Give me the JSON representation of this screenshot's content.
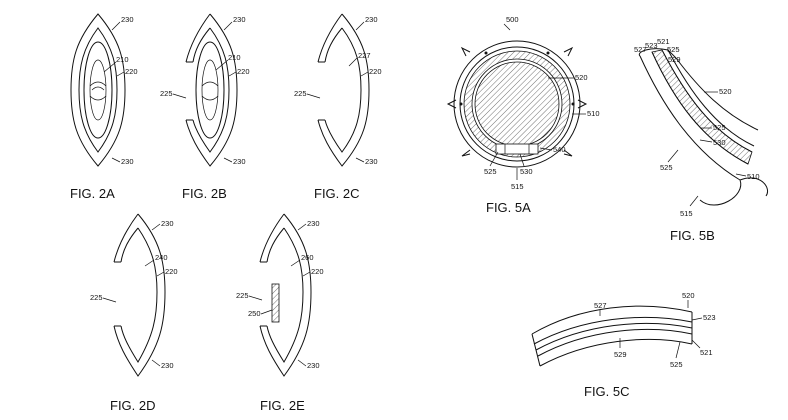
{
  "figures": {
    "fig2a": {
      "label": "FIG. 2A",
      "refs": {
        "top": "230",
        "mid": "210",
        "right": "220",
        "bottom": "230"
      }
    },
    "fig2b": {
      "label": "FIG. 2B",
      "refs": {
        "top": "230",
        "mid": "210",
        "right": "220",
        "left": "225",
        "bottom": "230"
      }
    },
    "fig2c": {
      "label": "FIG. 2C",
      "refs": {
        "top": "230",
        "mid": "227",
        "right": "220",
        "left": "225",
        "bottom": "230"
      }
    },
    "fig2d": {
      "label": "FIG. 2D",
      "refs": {
        "top": "230",
        "mid": "240",
        "right": "220",
        "left": "225",
        "bottom": "230"
      }
    },
    "fig2e": {
      "label": "FIG. 2E",
      "refs": {
        "top": "230",
        "mid": "260",
        "right": "220",
        "left": "225",
        "insert": "250",
        "bottom": "230"
      }
    },
    "fig5a": {
      "label": "FIG. 5A",
      "refs": {
        "device": "500",
        "inner": "520",
        "outer": "510",
        "gap_left": "525",
        "gap_mid": "530",
        "gap_right": "540",
        "bottom": "515"
      }
    },
    "fig5b": {
      "label": "FIG. 5B",
      "refs": {
        "r527": "527",
        "r523": "523",
        "r521": "521",
        "r525a": "525",
        "r529": "529",
        "r520": "520",
        "r525b": "525",
        "r530": "530",
        "r510": "510",
        "r525c": "525",
        "r515": "515"
      }
    },
    "fig5c": {
      "label": "FIG. 5C",
      "refs": {
        "r520": "520",
        "r527": "527",
        "r523": "523",
        "r521": "521",
        "r529": "529",
        "r525": "525"
      }
    }
  }
}
